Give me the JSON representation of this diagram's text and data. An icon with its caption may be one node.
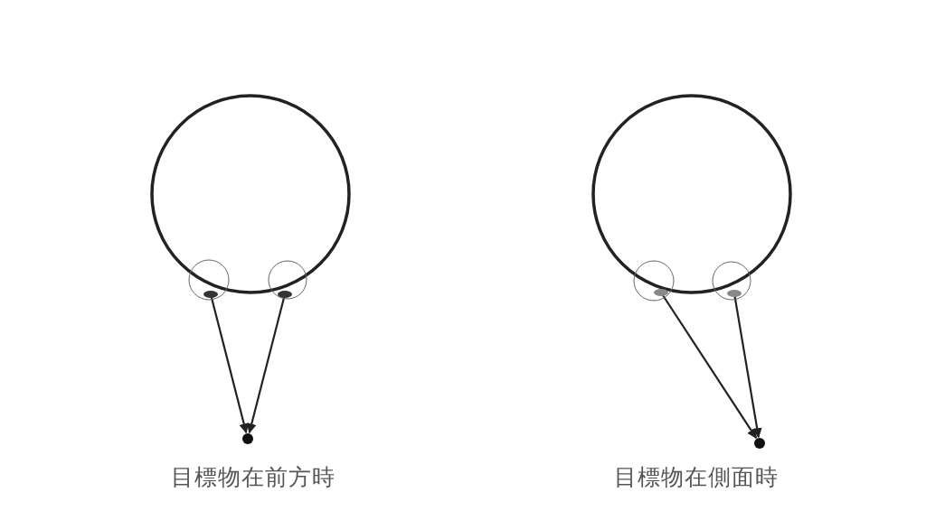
{
  "diagram": {
    "nodes": [
      {
        "text": [],
        "shape": "circle"
      },
      {
        "text": [],
        "shape": "circle"
      },
      {
        "text": [],
        "shape": "circle"
      },
      {
        "text": [],
        "shape": "circle"
      },
      {
        "text": [],
        "shape": "circle"
      },
      {
        "text": [],
        "shape": "circle"
      },
      {
        "text": [],
        "shape": "circle"
      },
      {
        "text": [],
        "shape": "circle"
      }
    ],
    "edges": [
      {
        "from": 1,
        "to": 3,
        "arrow": "to"
      },
      {
        "from": 2,
        "to": 3,
        "arrow": "to"
      },
      {
        "from": 5,
        "to": 7,
        "arrow": "to"
      },
      {
        "from": 6,
        "to": 7,
        "arrow": "to"
      }
    ],
    "labels": [
      "目標物在前方時",
      "目標物在側面時"
    ]
  }
}
